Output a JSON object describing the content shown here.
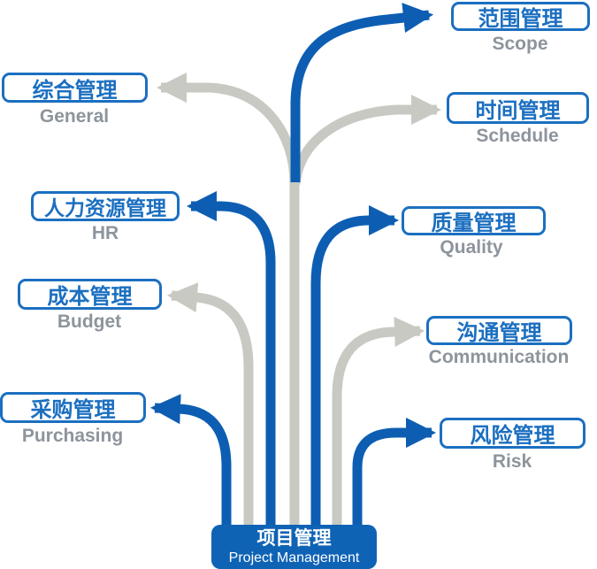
{
  "root": {
    "zh": "项目管理",
    "en": "Project Management"
  },
  "branches": [
    {
      "id": "scope",
      "zh": "范围管理",
      "en": "Scope",
      "arrow_color": "blue"
    },
    {
      "id": "general",
      "zh": "综合管理",
      "en": "General",
      "arrow_color": "gray"
    },
    {
      "id": "schedule",
      "zh": "时间管理",
      "en": "Schedule",
      "arrow_color": "gray"
    },
    {
      "id": "hr",
      "zh": "人力资源管理",
      "en": "HR",
      "arrow_color": "blue"
    },
    {
      "id": "quality",
      "zh": "质量管理",
      "en": "Quality",
      "arrow_color": "blue"
    },
    {
      "id": "budget",
      "zh": "成本管理",
      "en": "Budget",
      "arrow_color": "gray"
    },
    {
      "id": "communication",
      "zh": "沟通管理",
      "en": "Communication",
      "arrow_color": "gray"
    },
    {
      "id": "purchasing",
      "zh": "采购管理",
      "en": "Purchasing",
      "arrow_color": "blue"
    },
    {
      "id": "risk",
      "zh": "风险管理",
      "en": "Risk",
      "arrow_color": "blue"
    }
  ],
  "colors": {
    "arrow_blue": "#0d5eb2",
    "arrow_gray": "#c8c9c2",
    "box_border_blue": "#1b6fc0",
    "zh_text_blue": "#1b6fc0",
    "en_text_gray": "#8d949c",
    "root_box_blue": "#0f63b5",
    "root_text_white": "#ffffff",
    "background": "#ffffff"
  }
}
